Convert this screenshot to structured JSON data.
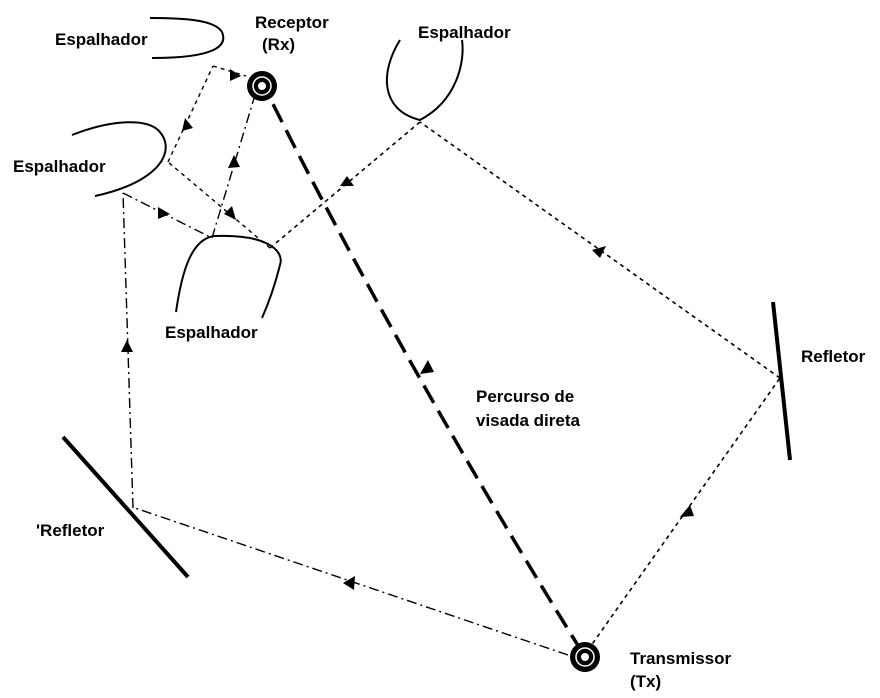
{
  "labels": {
    "receiver": [
      "Receptor",
      "(Rx)"
    ],
    "transmitter": [
      "Transmissor",
      "(Tx)"
    ],
    "scatterer_top_left": "Espalhador",
    "scatterer_top_right": "Espalhador",
    "scatterer_mid_left": "Espalhador",
    "scatterer_center": "Espalhador",
    "reflector_right": "Refletor",
    "reflector_left": "'Refletor",
    "los_path": [
      "Percurso de",
      "visada direta"
    ]
  }
}
